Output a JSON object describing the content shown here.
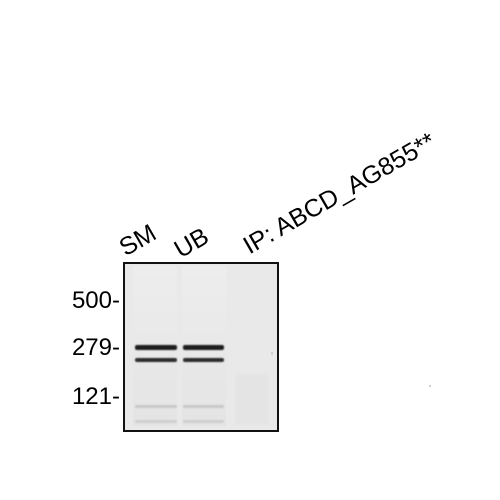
{
  "lanes": {
    "sm": "SM",
    "ub": "UB",
    "ip": "IP: ABCD_AG855**"
  },
  "markers": {
    "m500": "500-",
    "m279": "279-",
    "m121": "121-"
  },
  "colors": {
    "gel_background": "#e9e9e9",
    "band_dark": "#1a1a1a",
    "band_faint": "#c8c8c8",
    "frame": "#111111"
  }
}
